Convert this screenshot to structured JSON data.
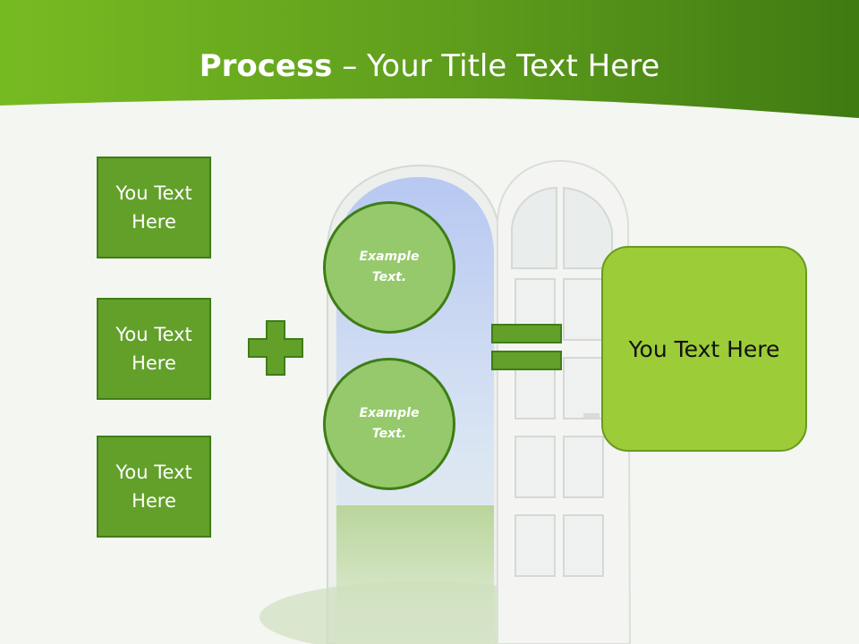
{
  "slide": {
    "title_bold": "Process",
    "title_rest": " – Your Title Text Here"
  },
  "inputs": [
    {
      "label": "You Text Here"
    },
    {
      "label": "You Text Here"
    },
    {
      "label": "You Text Here"
    }
  ],
  "operator_plus": "plus-icon",
  "operator_equals": "equals-icon",
  "examples": [
    {
      "label": "Example Text."
    },
    {
      "label": "Example Text."
    }
  ],
  "result": {
    "label": "You Text Here"
  },
  "colors": {
    "header_green_light": "#7bbf23",
    "header_green_dark": "#3f7a12",
    "box_green": "#62a02a",
    "circle_green": "#96c96c",
    "result_green": "#9ccc38"
  }
}
